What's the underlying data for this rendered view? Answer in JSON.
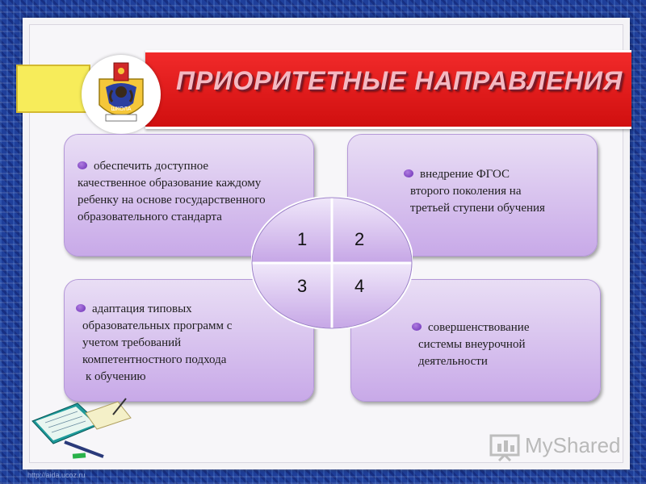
{
  "title": "ПРИОРИТЕТНЫЕ НАПРАВЛЕНИЯ",
  "emblem": {
    "text": "ШКОЛА"
  },
  "cards": [
    {
      "number": "1",
      "lines": [
        "обеспечить доступное",
        "качественное образование каждому",
        "ребенку на основе государственного",
        "образовательного стандарта"
      ]
    },
    {
      "number": "2",
      "lines": [
        "внедрение ФГОС",
        "второго поколения на",
        "третьей ступени обучения"
      ]
    },
    {
      "number": "3",
      "lines": [
        "адаптация типовых",
        "образовательных программ с",
        "учетом требований",
        "компетентностного подхода",
        "к обучению"
      ]
    },
    {
      "number": "4",
      "lines": [
        "совершенствование",
        "системы внеурочной",
        "деятельности"
      ]
    }
  ],
  "watermark": {
    "brand": "MyShared",
    "url": "http://aida.ucoz.ru"
  },
  "colors": {
    "banner": "#e01a1a",
    "card": "#d6c2ee",
    "bullet": "#8a4fd0",
    "yellow": "#f7ec5a"
  }
}
